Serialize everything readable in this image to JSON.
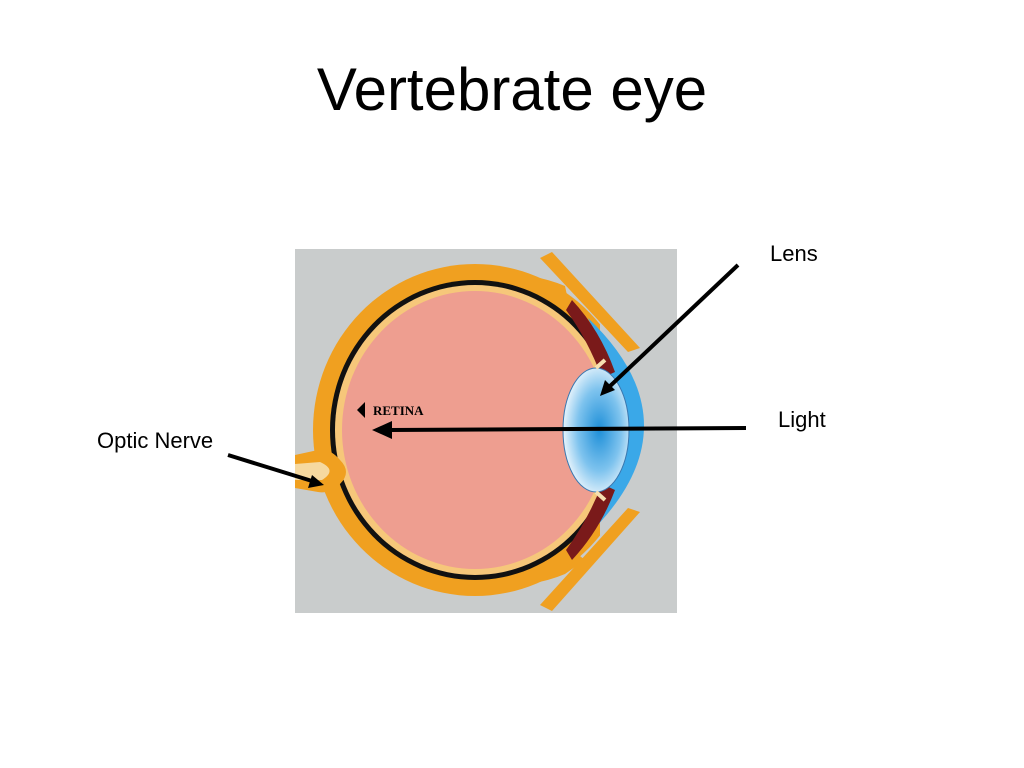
{
  "slide": {
    "title": "Vertebrate eye"
  },
  "diagram": {
    "inner_label": "RETINA",
    "callouts": {
      "lens": "Lens",
      "light": "Light",
      "optic_nerve": "Optic Nerve"
    }
  },
  "colors": {
    "background_panel": "#c9cccc",
    "sclera": "#f0a020",
    "choroid": "#111111",
    "vitreous": "#ee9e90",
    "iris_muscle": "#7a1a1a",
    "cornea": "#3aa8e8",
    "lens": "#b8dcf5",
    "callout_line": "#000000"
  }
}
